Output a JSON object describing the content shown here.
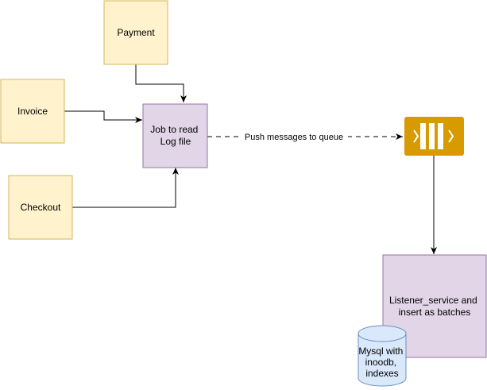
{
  "colors": {
    "source_fill": "#fff2cc",
    "source_stroke": "#d6b656",
    "process_fill": "#e1d5e7",
    "process_stroke": "#9673a6",
    "queue_fill": "#d79b00",
    "queue_inner": "#f5b942",
    "db_fill": "#dae8fc",
    "db_stroke": "#6c8ebf",
    "edge": "#000000"
  },
  "nodes": {
    "payment": {
      "label": "Payment"
    },
    "invoice": {
      "label": "Invoice"
    },
    "checkout": {
      "label": "Checkout"
    },
    "job": {
      "lines": [
        "Job to read",
        "Log file"
      ]
    },
    "queue": {
      "icon": "message-queue-icon"
    },
    "listener": {
      "lines": [
        "Listener_service and",
        "insert as batches"
      ]
    },
    "mysql": {
      "lines": [
        "Mysql with",
        "inoodb,",
        "indexes"
      ]
    }
  },
  "edges": {
    "push_label": "Push messages to queue"
  }
}
